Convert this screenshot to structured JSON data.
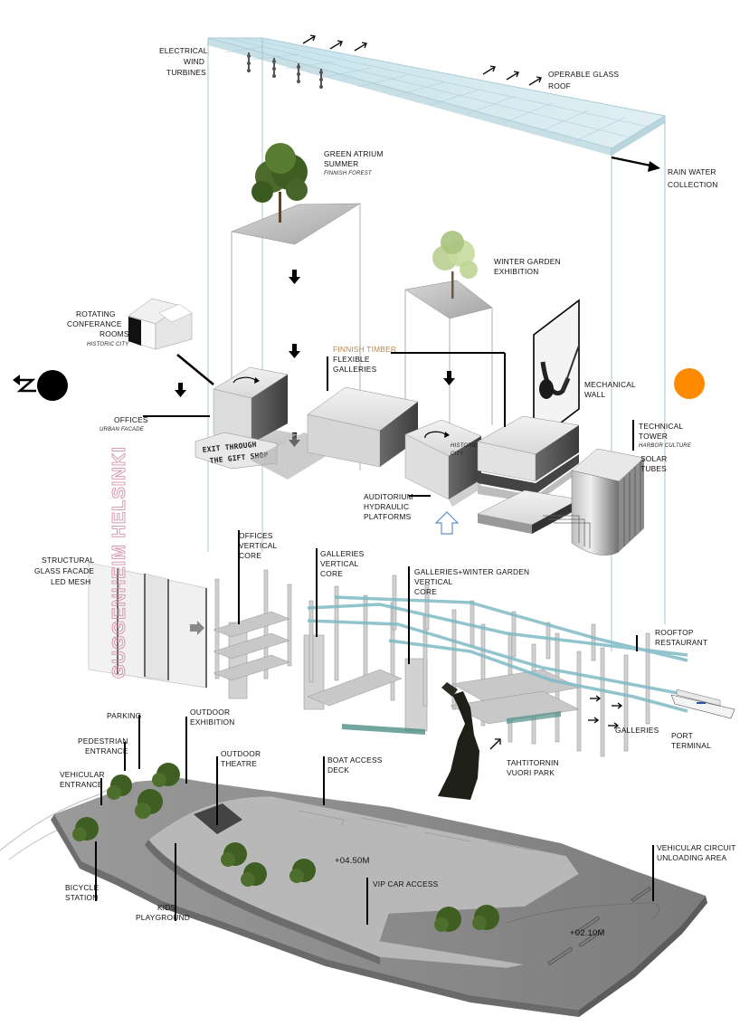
{
  "labels": {
    "wind_1": "ELECTRICAL",
    "wind_2": "WIND",
    "wind_3": "TURBINES",
    "roof_1": "OPERABLE GLASS",
    "roof_2": "ROOF",
    "rain_1": "RAIN WATER",
    "rain_2": "COLLECTION",
    "green_1": "GREEN ATRIUM",
    "green_2": "SUMMER",
    "green_sub": "FINNISH FOREST",
    "winter_1": "WINTER GARDEN",
    "winter_2": "EXHIBITION",
    "rot_1": "ROTATING",
    "rot_2": "CONFERANCE",
    "rot_3": "ROOMS",
    "rot_sub": "HISTORIC CITY",
    "timber": "FINNISH TIMBER",
    "flex_1": "FLEXIBLE",
    "flex_2": "GALLERIES",
    "mech_1": "MECHANICAL",
    "mech_2": "WALL",
    "offices": "OFFICES",
    "offices_sub": "URBAN FACADE",
    "tech_1": "TECHNICAL",
    "tech_2": "TOWER",
    "tech_sub": "HARBOR CULTURE",
    "solar_1": "SOLAR",
    "solar_2": "TUBES",
    "historic_1": "HISTORIC",
    "historic_2": "CITY",
    "aud_1": "AUDITORIUM",
    "aud_2": "HYDRAULIC",
    "aud_3": "PLATFORMS",
    "sign_1": "EXIT THROUGH",
    "sign_2": "THE GIFT SHOP",
    "helsinki": "GUGGENHEIM HELSINKI",
    "ov_1": "OFFICES",
    "ov_2": "VERTICAL",
    "ov_3": "CORE",
    "gv_1": "GALLERIES",
    "gv_2": "VERTICAL",
    "gv_3": "CORE",
    "gw_1": "GALLERIES+WINTER GARDEN",
    "gw_2": "VERTICAL",
    "gw_3": "CORE",
    "sg_1": "STRUCTURAL",
    "sg_2": "GLASS FACADE",
    "sg_3": "LED MESH",
    "rooftop_1": "ROOFTOP",
    "rooftop_2": "RESTAURANT",
    "port_1": "PORT",
    "port_2": "TERMINAL",
    "galleries": "GALLERIES",
    "park_1": "TAHTITORNIN",
    "park_2": "VUORI PARK",
    "parking": "PARKING",
    "outex_1": "OUTDOOR",
    "outex_2": "EXHIBITION",
    "ped_1": "PEDESTRIAN",
    "ped_2": "ENTRANCE",
    "theatre_1": "OUTDOOR",
    "theatre_2": "THEATRE",
    "boat_1": "BOAT ACCESS",
    "boat_2": "DECK",
    "veh_1": "VEHICULAR",
    "veh_2": "ENTRANCE",
    "elev_high": "+04.50M",
    "elev_low": "+02.10M",
    "vip": "VIP CAR ACCESS",
    "vc_1": "VEHICULAR CIRCUIT",
    "vc_2": "UNLOADING AREA",
    "bike_1": "BICYCLE",
    "bike_2": "STATION",
    "kids_1": "KIDS",
    "kids_2": "PLAYGROUND"
  },
  "colors": {
    "glass_roof": "#cfe6ee",
    "sun": "#ff8a00",
    "north": "#000000",
    "facade_text": "#d58fa8",
    "timber_label": "#b7864d",
    "circulation": "#8ec6cf",
    "ground": "#8c8c8c",
    "tree": "#3f5f22"
  },
  "icons": {
    "north_arrow": "north-arrow-icon",
    "sun": "sun-icon"
  }
}
